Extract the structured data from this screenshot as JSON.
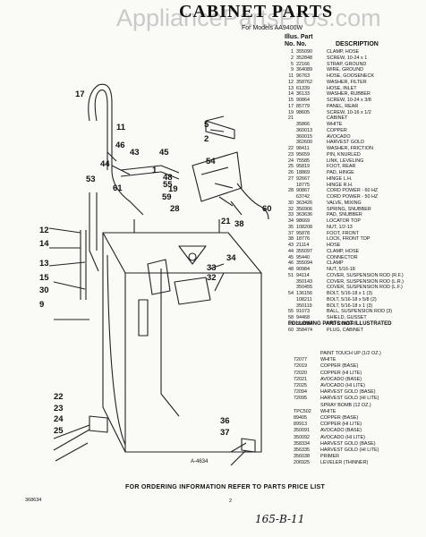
{
  "header": {
    "title": "CABINET PARTS",
    "subtitle": "For Models AA9400W",
    "watermark": "AppliancePartsPros.com"
  },
  "legend": {
    "col_illus": "Illus. Part",
    "col_no": "No.   No.",
    "col_desc": "DESCRIPTION",
    "rows": [
      {
        "no": "1",
        "pn": "355090",
        "desc": "CLAMP, HOSE"
      },
      {
        "no": "2",
        "pn": "352848",
        "desc": "SCREW, 10-24 x 1"
      },
      {
        "no": "5",
        "pn": "22166",
        "desc": "STRAP, GROUND"
      },
      {
        "no": "9",
        "pn": "364089",
        "desc": "WIRE, GROUND"
      },
      {
        "no": "11",
        "pn": "96763",
        "desc": "HOSE, GOOSENECK"
      },
      {
        "no": "12",
        "pn": "358762",
        "desc": "WASHER, FILTER"
      },
      {
        "no": "13",
        "pn": "61339",
        "desc": "HOSE, INLET"
      },
      {
        "no": "14",
        "pn": "36133",
        "desc": "WASHER, RUBBER"
      },
      {
        "no": "15",
        "pn": "90864",
        "desc": "SCREW, 10-24 x 3/8"
      },
      {
        "no": "17",
        "pn": "85779",
        "desc": "PANEL, REAR"
      },
      {
        "no": "19",
        "pn": "98605",
        "desc": "SCREW, 10-16 x 1/2"
      },
      {
        "no": "21",
        "pn": "",
        "desc": "CABINET"
      },
      {
        "no": "",
        "pn": "35866",
        "desc": "WHITE"
      },
      {
        "no": "",
        "pn": "360013",
        "desc": "COPPER"
      },
      {
        "no": "",
        "pn": "360015",
        "desc": "AVOCADO"
      },
      {
        "no": "",
        "pn": "362600",
        "desc": "HARVEST GOLD"
      },
      {
        "no": "22",
        "pn": "98411",
        "desc": "WASHER, FRICTION"
      },
      {
        "no": "23",
        "pn": "95659",
        "desc": "PIN, KNURLED"
      },
      {
        "no": "24",
        "pn": "75585",
        "desc": "LINK, LEVELING"
      },
      {
        "no": "25",
        "pn": "95819",
        "desc": "FOOT, REAR"
      },
      {
        "no": "26",
        "pn": "18869",
        "desc": "PAD, HINGE"
      },
      {
        "no": "27",
        "pn": "92667",
        "desc": "HINGE L.H."
      },
      {
        "no": "",
        "pn": "18775",
        "desc": "HINGE R.H."
      },
      {
        "no": "28",
        "pn": "90867",
        "desc": "CORD POWER - 60 HZ"
      },
      {
        "no": "",
        "pn": "63742",
        "desc": "CORD POWER - 50 HZ"
      },
      {
        "no": "30",
        "pn": "363426",
        "desc": "VALVE, MIXING"
      },
      {
        "no": "32",
        "pn": "356906",
        "desc": "SPRING, SNUBBER"
      },
      {
        "no": "33",
        "pn": "363636",
        "desc": "PAD, SNUBBER"
      },
      {
        "no": "34",
        "pn": "98669",
        "desc": "LOCATOR TOP"
      },
      {
        "no": "35",
        "pn": "108208",
        "desc": "NUT, 1/2-13"
      },
      {
        "no": "37",
        "pn": "95878",
        "desc": "FOOT, FRONT"
      },
      {
        "no": "38",
        "pn": "18776",
        "desc": "LOCK, FRONT TOP"
      },
      {
        "no": "43",
        "pn": "21114",
        "desc": "HOSE"
      },
      {
        "no": "44",
        "pn": "355097",
        "desc": "CLAMP, HOSE"
      },
      {
        "no": "45",
        "pn": "95440",
        "desc": "CONNECTOR"
      },
      {
        "no": "46",
        "pn": "355094",
        "desc": "CLAMP"
      },
      {
        "no": "48",
        "pn": "90984",
        "desc": "NUT, 5/16-18"
      },
      {
        "no": "51",
        "pn": "94114",
        "desc": "COVER, SUSPENSION ROD (R.F.)"
      },
      {
        "no": "",
        "pn": "350143",
        "desc": "COVER, SUSPENSION ROD (L.R.)"
      },
      {
        "no": "",
        "pn": "350455",
        "desc": "COVER, SUSPENSION ROD (L.F.)"
      },
      {
        "no": "54",
        "pn": "136156",
        "desc": "BOLT, 5/16-18 x 1 (3)"
      },
      {
        "no": "",
        "pn": "108211",
        "desc": "BOLT, 5/16-18 x 5/8 (2)"
      },
      {
        "no": "",
        "pn": "350119",
        "desc": "BOLT, 5/16-18 x 1 (3)"
      },
      {
        "no": "55",
        "pn": "91073",
        "desc": "BALL, SUSPENSION ROD (3)"
      },
      {
        "no": "58",
        "pn": "94468",
        "desc": "SHIELD, GUSSET"
      },
      {
        "no": "59",
        "pn": "350934",
        "desc": "PAD COVER"
      },
      {
        "no": "60",
        "pn": "358474",
        "desc": "PLUG, CABINET"
      }
    ]
  },
  "not_illustrated": {
    "heading": "FOLLOWING PARTS NOT ILLUSTRATED",
    "rows": [
      {
        "pn": "",
        "desc": "PAINT TOUCH UP (1/2 OZ.)"
      },
      {
        "pn": "72077",
        "desc": "WHITE"
      },
      {
        "pn": "72019",
        "desc": "COPPER (BASE)"
      },
      {
        "pn": "72020",
        "desc": "COPPER (HI LITE)"
      },
      {
        "pn": "72021",
        "desc": "AVOCADO (BASE)"
      },
      {
        "pn": "72025",
        "desc": "AVOCADO (HI LITE)"
      },
      {
        "pn": "72094",
        "desc": "HARVEST GOLD (BASE)"
      },
      {
        "pn": "72095",
        "desc": "HARVEST GOLD (HI LITE)"
      },
      {
        "pn": "",
        "desc": "SPRAY BOMB (12 OZ.)"
      },
      {
        "pn": "TPC502",
        "desc": "WHITE"
      },
      {
        "pn": "89405",
        "desc": "COPPER (BASE)"
      },
      {
        "pn": "89913",
        "desc": "COPPER (HI LITE)"
      },
      {
        "pn": "350091",
        "desc": "AVOCADO (BASE)"
      },
      {
        "pn": "350092",
        "desc": "AVOCADO (HI LITE)"
      },
      {
        "pn": "358334",
        "desc": "HARVEST GOLD (BASE)"
      },
      {
        "pn": "356335",
        "desc": "HARVEST GOLD (HI LITE)"
      },
      {
        "pn": "356038",
        "desc": "PRIMER"
      },
      {
        "pn": "206925",
        "desc": "LEVELER (THINNER)"
      }
    ]
  },
  "callouts": [
    {
      "label": "17"
    },
    {
      "label": "11"
    },
    {
      "label": "46"
    },
    {
      "label": "43"
    },
    {
      "label": "45"
    },
    {
      "label": "44"
    },
    {
      "label": "1"
    },
    {
      "label": "53"
    },
    {
      "label": "61"
    },
    {
      "label": "5"
    },
    {
      "label": "2"
    },
    {
      "label": "48"
    },
    {
      "label": "54"
    },
    {
      "label": "19"
    },
    {
      "label": "55"
    },
    {
      "label": "59"
    },
    {
      "label": "28"
    },
    {
      "label": "60"
    },
    {
      "label": "21"
    },
    {
      "label": "38"
    },
    {
      "label": "12"
    },
    {
      "label": "14"
    },
    {
      "label": "13"
    },
    {
      "label": "15"
    },
    {
      "label": "30"
    },
    {
      "label": "9"
    },
    {
      "label": "34"
    },
    {
      "label": "33"
    },
    {
      "label": "32"
    },
    {
      "label": "22"
    },
    {
      "label": "23"
    },
    {
      "label": "24"
    },
    {
      "label": "25"
    },
    {
      "label": "36"
    },
    {
      "label": "37"
    },
    {
      "label": "A-4634"
    }
  ],
  "footer": {
    "instruction": "FOR ORDERING INFORMATION REFER TO PARTS PRICE LIST",
    "left_code": "368634",
    "page": "2",
    "handwritten": "165-B-11"
  }
}
